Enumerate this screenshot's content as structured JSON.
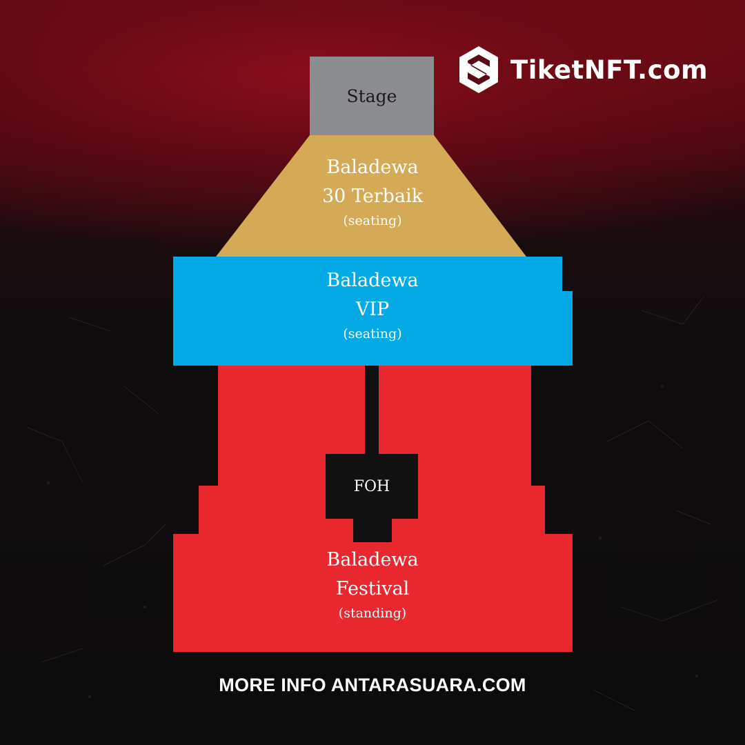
{
  "brand": {
    "name": "TiketNFT.com",
    "logo_icon": "hexagon-s-logo-icon"
  },
  "stage": {
    "label": "Stage"
  },
  "zones": [
    {
      "id": "30-terbaik",
      "lines": [
        "Baladewa",
        "30 Terbaik"
      ],
      "sub": "(seating)",
      "color": "#d4aa56"
    },
    {
      "id": "vip",
      "lines": [
        "Baladewa",
        "VIP"
      ],
      "sub": "(seating)",
      "color": "#04aae6"
    },
    {
      "id": "festival",
      "lines": [
        "Baladewa",
        "Festival"
      ],
      "sub": "(standing)",
      "color": "#e8282e"
    }
  ],
  "foh": {
    "label": "FOH"
  },
  "footer": {
    "text": "MORE INFO ANTARASUARA.COM"
  },
  "colors": {
    "stage": "#8c8d91",
    "foh": "#111111",
    "background_top": "#6e0a16",
    "background_bottom": "#0c0b0c"
  }
}
